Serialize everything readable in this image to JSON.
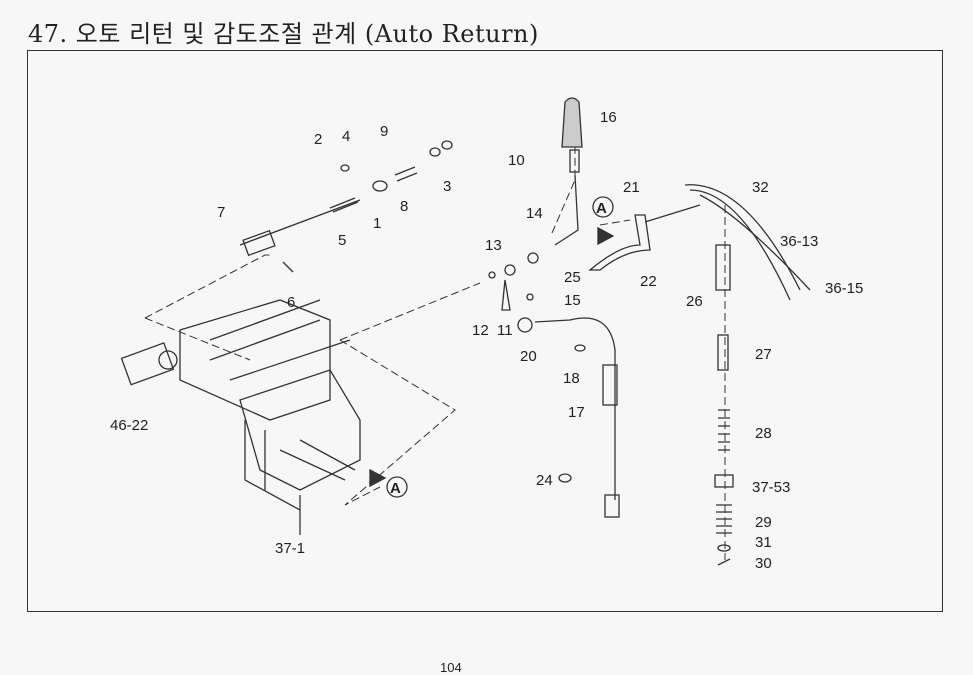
{
  "title": "47. 오토 리턴 및 감도조절 관계 (Auto Return)",
  "view_marker": "A",
  "page_number": "104",
  "part_labels": [
    "16",
    "10",
    "9",
    "2",
    "4",
    "3",
    "8",
    "1",
    "7",
    "5",
    "6",
    "21",
    "32",
    "14",
    "36-13",
    "13",
    "25",
    "22",
    "26",
    "36-15",
    "15",
    "12",
    "11",
    "20",
    "27",
    "18",
    "17",
    "46-22",
    "28",
    "24",
    "37-53",
    "29",
    "37-1",
    "31",
    "30"
  ]
}
